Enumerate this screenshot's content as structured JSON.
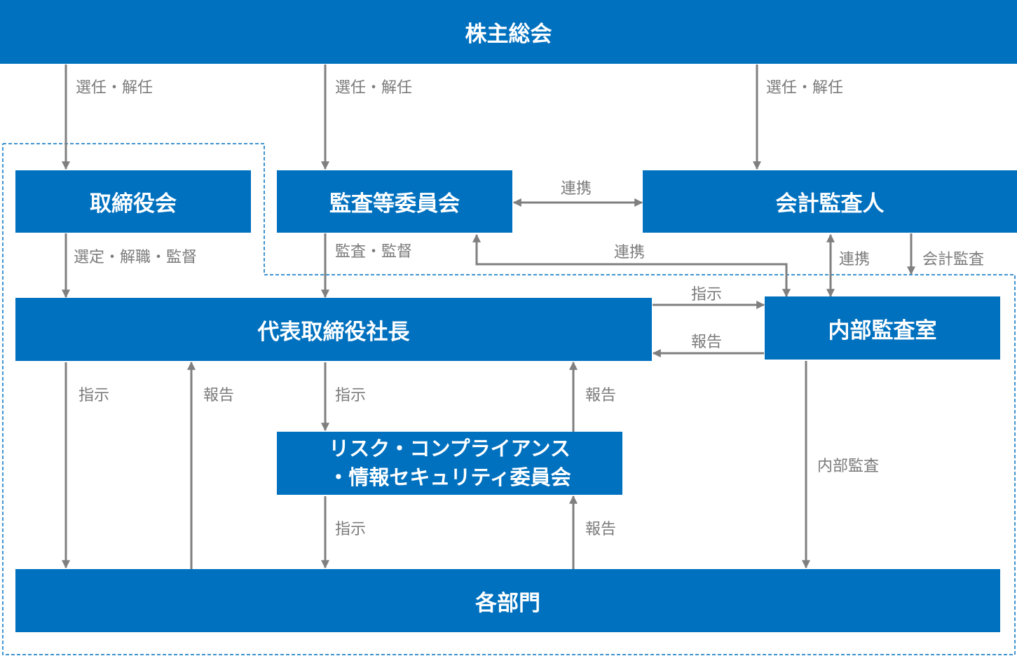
{
  "colors": {
    "box_fill": "#0071bf",
    "box_text": "#ffffff",
    "connector": "#7f7f7f",
    "edge_label": "#7b7b7b",
    "boundary": "#0071bf"
  },
  "nodes": {
    "shareholders_meeting": "株主総会",
    "board_of_directors": "取締役会",
    "audit_committee": "監査等委員会",
    "accounting_auditor": "会計監査人",
    "president": "代表取締役社長",
    "internal_audit_office": "内部監査室",
    "risk_committee_line1": "リスク・コンプライアンス",
    "risk_committee_line2": "・情報セキュリティ委員会",
    "departments": "各部門"
  },
  "edges": {
    "elect_dismiss_board": "選任・解任",
    "elect_dismiss_audit_committee": "選任・解任",
    "elect_dismiss_accounting_auditor": "選任・解任",
    "board_to_president": "選定・解職・監督",
    "audit_committee_to_president": "監査・監督",
    "audit_committee_accounting_auditor": "連携",
    "audit_committee_internal_audit": "連携",
    "accounting_auditor_internal_audit": "連携",
    "accounting_audit": "会計監査",
    "president_to_internal_audit": "指示",
    "internal_audit_to_president": "報告",
    "president_to_departments": "指示",
    "departments_to_president": "報告",
    "president_to_risk_committee": "指示",
    "risk_committee_to_president": "報告",
    "risk_committee_to_departments": "指示",
    "departments_to_risk_committee": "報告",
    "internal_audit_to_departments": "内部監査"
  }
}
